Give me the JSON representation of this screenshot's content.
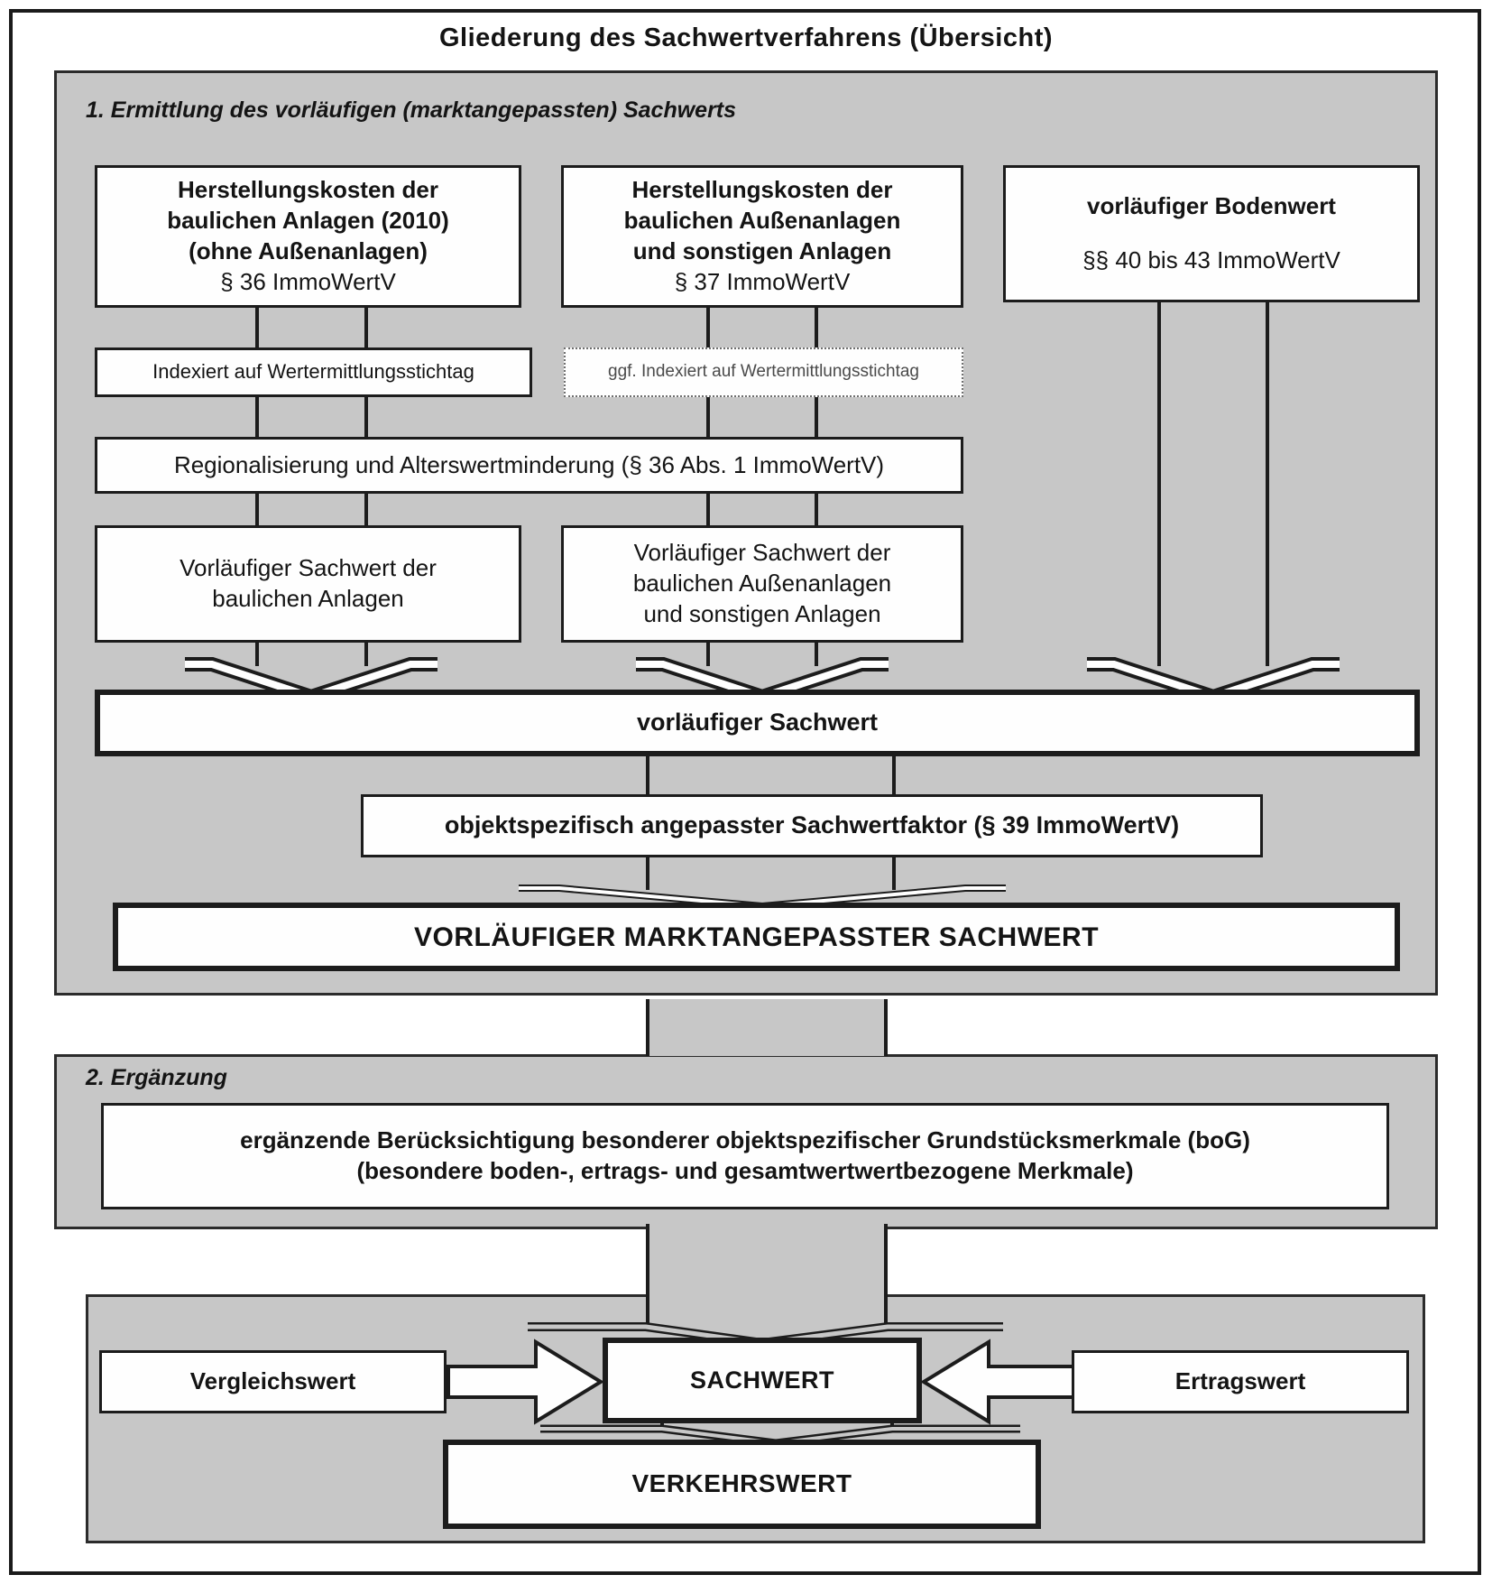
{
  "title": "Gliederung des Sachwertverfahrens (Übersicht)",
  "colors": {
    "section_bg": "#c7c7c7",
    "box_bg": "#fefefe",
    "border": "#1c1c1c"
  },
  "section1": {
    "heading": "1. Ermittlung des vorläufigen (marktangepassten) Sachwerts",
    "box_costs_buildings": {
      "lines": [
        "Herstellungskosten der",
        "baulichen Anlagen (2010)",
        "(ohne Außenanlagen)"
      ],
      "ref": "§ 36 ImmoWertV"
    },
    "box_costs_outdoor": {
      "lines": [
        "Herstellungskosten der",
        "baulichen Außenanlagen",
        "und sonstigen Anlagen"
      ],
      "ref": "§ 37 ImmoWertV"
    },
    "box_land_value": {
      "title": "vorläufiger Bodenwert",
      "ref": "§§ 40 bis 43 ImmoWertV"
    },
    "box_indexed": "Indexiert auf Wertermittlungsstichtag",
    "box_indexed_optional": "ggf. Indexiert auf Wertermittlungsstichtag",
    "box_regionalisierung": "Regionalisierung und Alterswertminderung (§ 36 Abs. 1 ImmoWertV)",
    "box_prelim_buildings": {
      "lines": [
        "Vorläufiger Sachwert der",
        "baulichen Anlagen"
      ]
    },
    "box_prelim_outdoor": {
      "lines": [
        "Vorläufiger Sachwert der",
        "baulichen Außenanlagen",
        "und sonstigen Anlagen"
      ]
    },
    "box_prelim_sachwert": "vorläufiger Sachwert",
    "box_factor": "objektspezifisch angepasster Sachwertfaktor (§ 39 ImmoWertV)",
    "box_market_adjusted": "VORLÄUFIGER MARKTANGEPASSTER SACHWERT"
  },
  "section2": {
    "heading": "2. Ergänzung",
    "box_bog": {
      "lines": [
        "ergänzende Berücksichtigung besonderer objektspezifischer Grundstücksmerkmale (boG)",
        "(besondere boden-, ertrags- und gesamtwertwertbezogene Merkmale)"
      ]
    }
  },
  "section3": {
    "box_vergleichswert": "Vergleichswert",
    "box_sachwert": "SACHWERT",
    "box_ertragswert": "Ertragswert",
    "box_verkehrswert": "VERKEHRSWERT"
  }
}
